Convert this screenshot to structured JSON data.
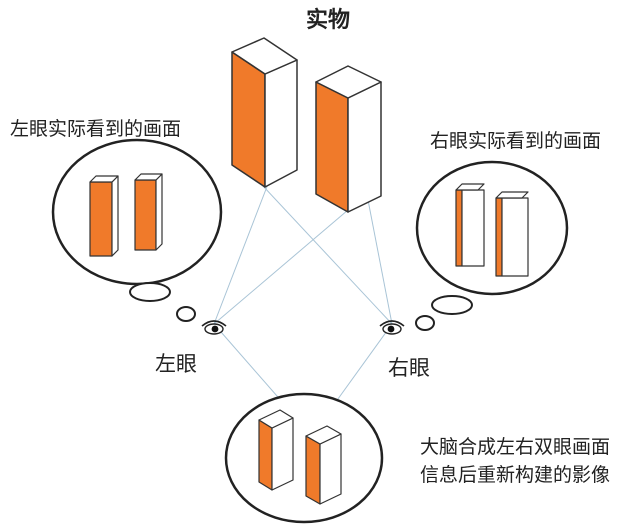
{
  "title": "实物",
  "left_view_label": "左眼实际看到的画面",
  "right_view_label": "右眼实际看到的画面",
  "left_eye_label": "左眼",
  "right_eye_label": "右眼",
  "brain_label_line1": "大脑合成左右双眼画面",
  "brain_label_line2": "信息后重新构建的影像",
  "colors": {
    "orange": "#f07a2a",
    "outline": "#333333",
    "sight_line": "#a9c4d6",
    "bubble_stroke": "#222222"
  }
}
